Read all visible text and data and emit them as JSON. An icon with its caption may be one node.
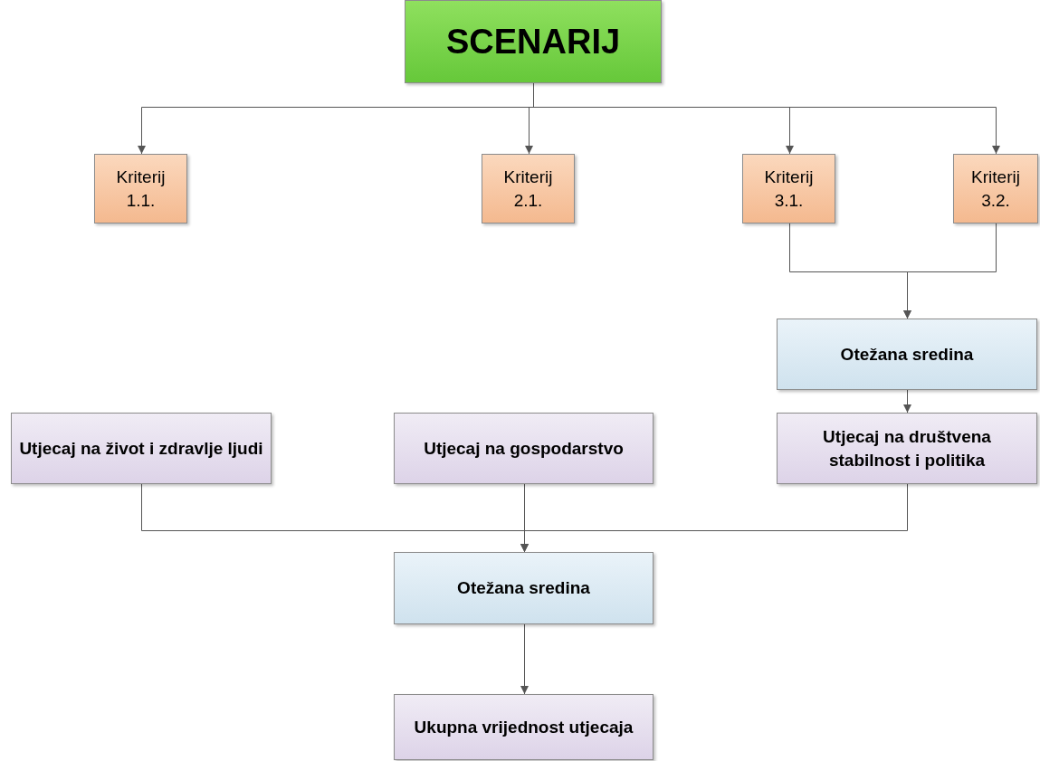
{
  "diagram": {
    "nodes": [
      {
        "text": [
          "SCENARIJ"
        ]
      },
      {
        "text": [
          "Kriterij 1.1."
        ]
      },
      {
        "text": [
          "Kriterij 2.1."
        ]
      },
      {
        "text": [
          "Kriterij 3.1."
        ]
      },
      {
        "text": [
          "Kriterij 3.2."
        ]
      },
      {
        "text": [
          "Otežana sredina"
        ]
      },
      {
        "text": [
          "Utjecaj na život i zdravlje ljudi"
        ]
      },
      {
        "text": [
          "Utjecaj na gospodarstvo"
        ]
      },
      {
        "text": [
          "Utjecaj na društvena stabilnost i politika"
        ]
      },
      {
        "text": [
          "Otežana sredina"
        ]
      },
      {
        "text": [
          "Ukupna vrijednost utjecaja"
        ]
      }
    ],
    "edges": [
      {
        "from": 0,
        "to": 1,
        "arrow": "to"
      },
      {
        "from": 0,
        "to": 2,
        "arrow": "to"
      },
      {
        "from": 0,
        "to": 3,
        "arrow": "to"
      },
      {
        "from": 0,
        "to": 4,
        "arrow": "to"
      },
      {
        "from": 3,
        "to": 5,
        "arrow": "to"
      },
      {
        "from": 4,
        "to": 5,
        "arrow": "to"
      },
      {
        "from": 5,
        "to": 8,
        "arrow": "to"
      },
      {
        "from": 6,
        "to": 9,
        "arrow": "to"
      },
      {
        "from": 7,
        "to": 9,
        "arrow": "to"
      },
      {
        "from": 8,
        "to": 9,
        "arrow": "to"
      },
      {
        "from": 9,
        "to": 10,
        "arrow": "to"
      }
    ]
  }
}
